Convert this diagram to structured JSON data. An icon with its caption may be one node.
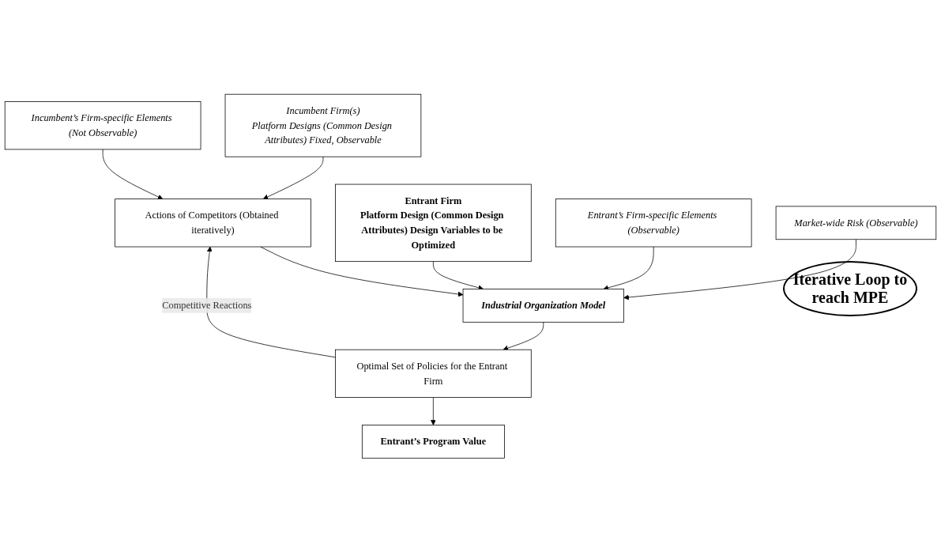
{
  "diagram": {
    "nodes": [
      {
        "text": [
          "Incumbent Firm(s)",
          "Platform Designs (Common Design Attributes) Fixed, Observable"
        ]
      },
      {
        "text": [
          "Incumbent’s Firm-specific Elements (Not Observable)"
        ]
      },
      {
        "text": [
          "Actions of Competitors (Obtained iteratively)"
        ]
      },
      {
        "text": [
          "Entrant Firm",
          "Platform Design (Common Design Attributes) Design Variables to be Optimized"
        ]
      },
      {
        "text": [
          "Industrial Organization Model"
        ]
      },
      {
        "text": [
          "Optimal Set of Policies for the Entrant Firm"
        ]
      },
      {
        "text": [
          "Entrant’s Program Value"
        ]
      },
      {
        "text": [
          "Entrant’s Firm-specific Elements (Observable)"
        ]
      },
      {
        "text": [
          "Market-wide Risk (Observable)"
        ]
      }
    ],
    "edges": [
      {
        "from": 0,
        "to": 2,
        "arrow": "to"
      },
      {
        "from": 1,
        "to": 2,
        "arrow": "to"
      },
      {
        "from": 2,
        "to": 4,
        "arrow": "to"
      },
      {
        "from": 3,
        "to": 4,
        "arrow": "to"
      },
      {
        "from": 7,
        "to": 4,
        "arrow": "to"
      },
      {
        "from": 8,
        "to": 4,
        "arrow": "to"
      },
      {
        "from": 4,
        "to": 5,
        "arrow": "to"
      },
      {
        "from": 5,
        "to": 2,
        "arrow": "to",
        "label": "Competitive Reactions"
      },
      {
        "from": 5,
        "to": 6,
        "arrow": "to"
      }
    ],
    "labels": [
      "Iterative Loop to reach MPE"
    ]
  }
}
